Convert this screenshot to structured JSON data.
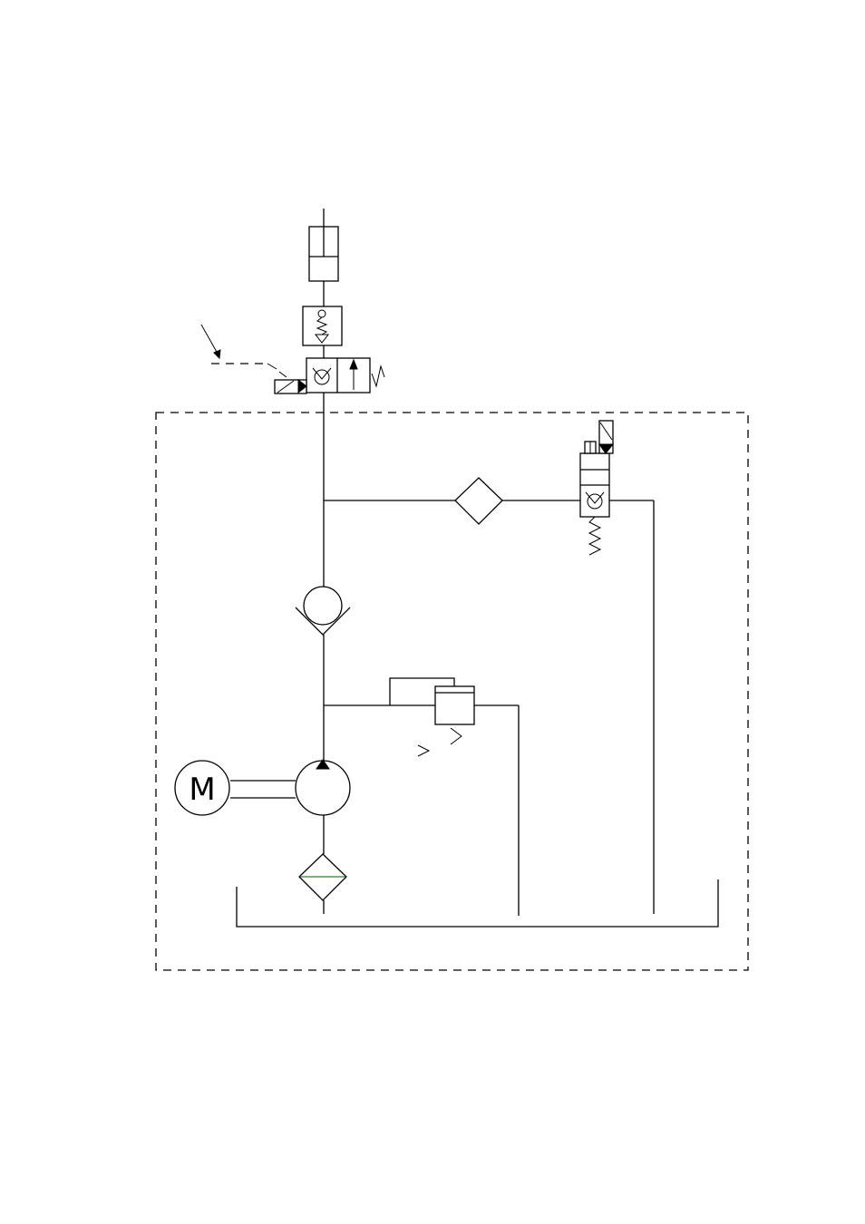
{
  "diagram": {
    "motor_label": "M",
    "colors": {
      "line": "#000000",
      "filter_element": "#2e7d32",
      "background": "#ffffff"
    },
    "components": [
      {
        "id": "cylinder",
        "icon": "hydraulic-cylinder"
      },
      {
        "id": "pilot-check-valve",
        "icon": "spring-check-valve"
      },
      {
        "id": "solenoid-directional-valve",
        "icon": "solenoid-valve"
      },
      {
        "id": "return-filter",
        "icon": "filter"
      },
      {
        "id": "solenoid-release-valve",
        "icon": "solenoid-valve"
      },
      {
        "id": "check-valve",
        "icon": "check-valve"
      },
      {
        "id": "pressure-relief-valve",
        "icon": "relief-valve"
      },
      {
        "id": "hydraulic-pump",
        "icon": "pump"
      },
      {
        "id": "electric-motor",
        "icon": "motor"
      },
      {
        "id": "suction-strainer",
        "icon": "strainer"
      },
      {
        "id": "reservoir",
        "icon": "tank"
      }
    ]
  }
}
